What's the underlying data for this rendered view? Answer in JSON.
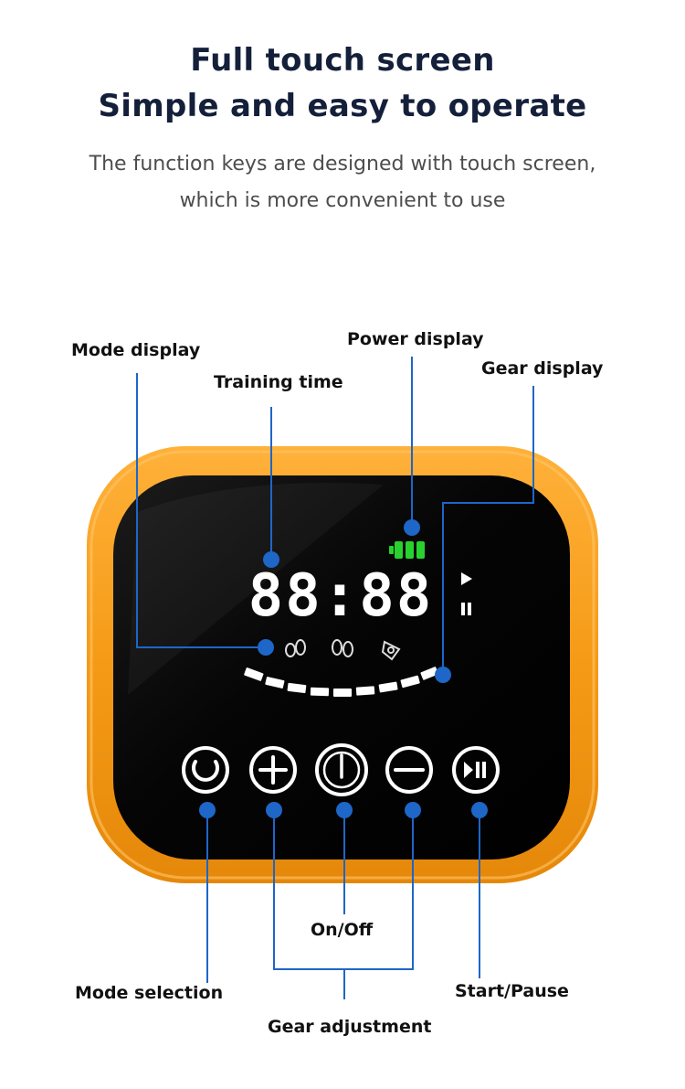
{
  "heading": {
    "line1": "Full touch screen",
    "line2": "Simple and easy to operate",
    "desc1": "The function keys are designed with touch screen,",
    "desc2": "which is more convenient to use"
  },
  "callouts": {
    "mode_display": "Mode display",
    "training_time": "Training time",
    "power_display": "Power display",
    "gear_display": "Gear display",
    "on_off": "On/Off",
    "mode_selection": "Mode selection",
    "start_pause": "Start/Pause",
    "gear_adjustment": "Gear adjustment"
  },
  "display": {
    "time_digits": "88:88"
  },
  "colors": {
    "frame": "#f59a16",
    "screen": "#0a0a0a",
    "callout_line": "#1e66c8",
    "battery": "#29d12e"
  },
  "icons": [
    "mode-1-icon",
    "mode-2-icon",
    "mode-3-icon",
    "play-icon",
    "pause-icon",
    "mode-selection-icon",
    "plus-icon",
    "power-icon",
    "minus-icon",
    "play-pause-icon"
  ]
}
